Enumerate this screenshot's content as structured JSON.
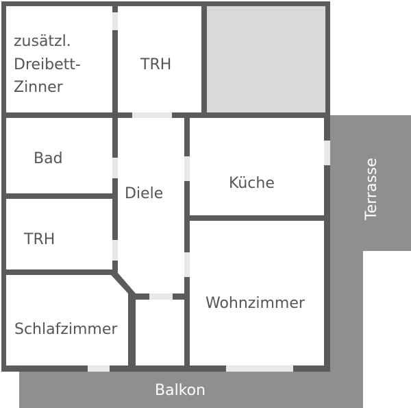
{
  "floor_plan": {
    "colors": {
      "wall": "#5b5b5b",
      "outdoor": "#8f8f8f",
      "extra_area": "#d9d9d9",
      "opening": "#e8e8e8",
      "room": "#ffffff",
      "text": "#555555",
      "outdoor_text": "#ffffff"
    },
    "rooms": {
      "extra_bedroom": [
        "zusätzl.",
        "Dreibett-",
        "Zinner"
      ],
      "top_trh": "TRH",
      "bath": "Bad",
      "hall": "Diele",
      "kitchen": "Küche",
      "lower_trh": "TRH",
      "living_room": "Wohnzimmer",
      "bedroom": "Schlafzimmer"
    },
    "outdoor": {
      "terrace": "Terrasse",
      "balcony": "Balkon"
    }
  }
}
